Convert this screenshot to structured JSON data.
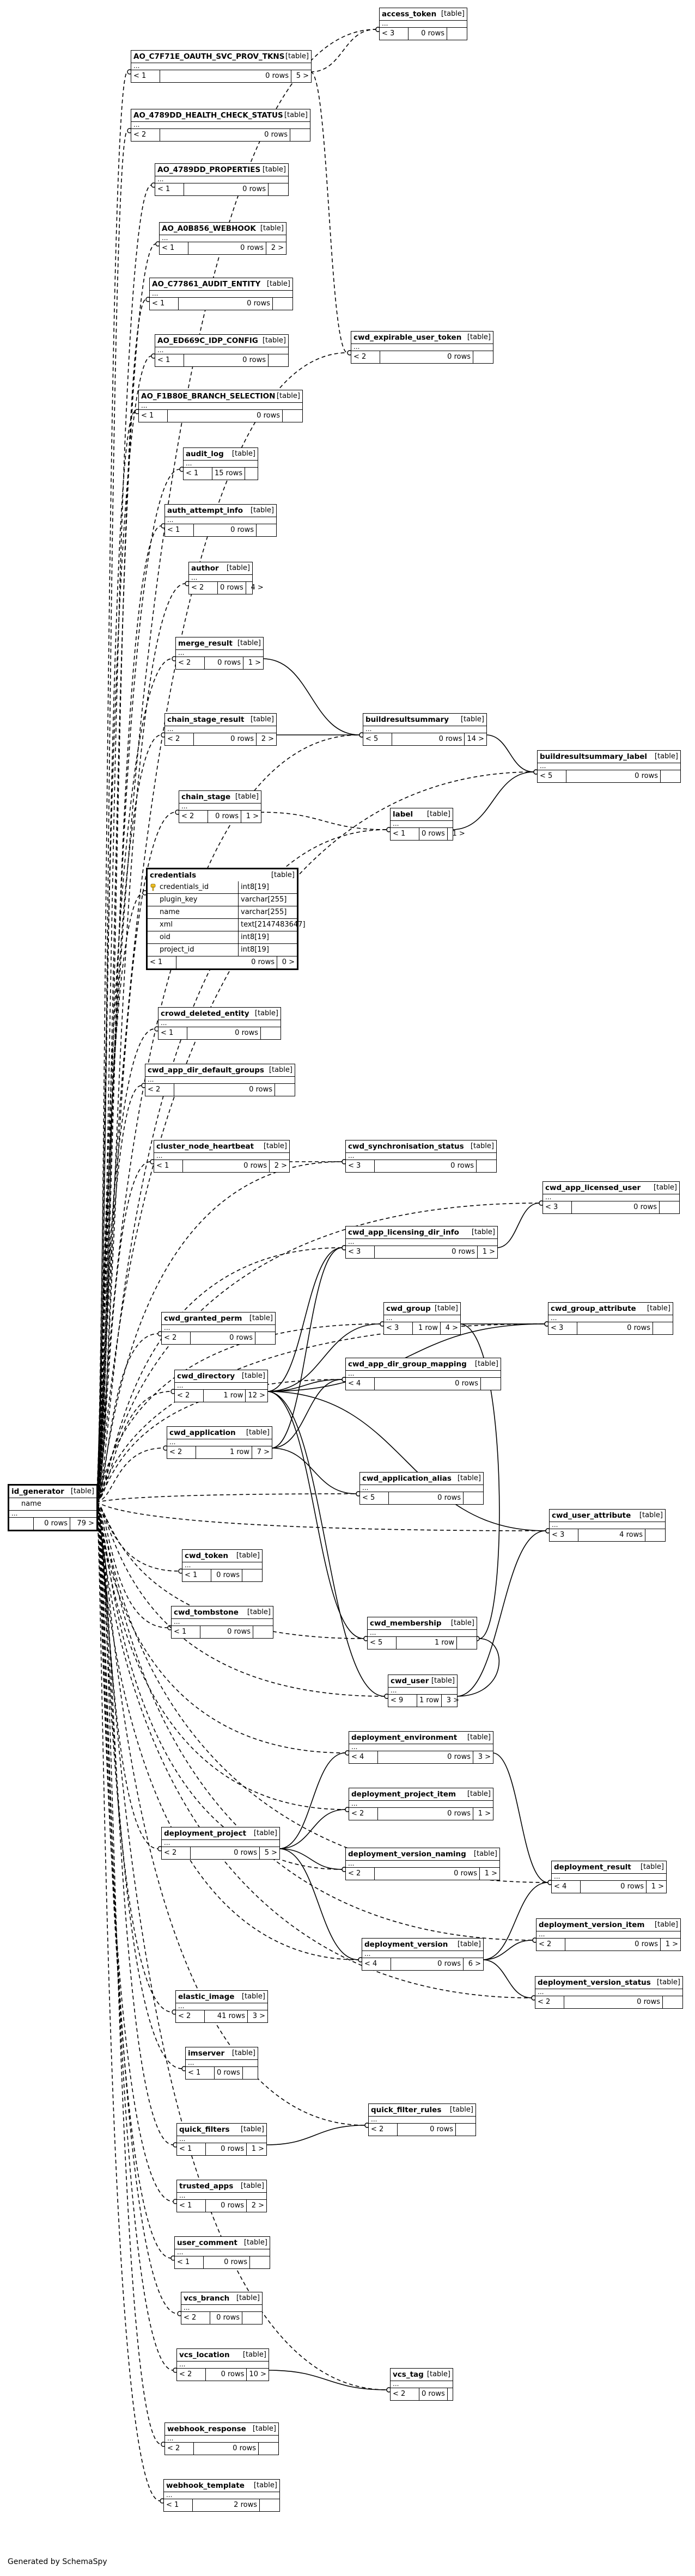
{
  "footer": "Generated by SchemaSpy",
  "table_tag": "[table]",
  "ellipsis": "...",
  "focus": {
    "name": "id_generator",
    "columns": [
      {
        "name": "name",
        "type": ""
      }
    ],
    "counts": [
      "",
      "0 rows",
      "79 >"
    ]
  },
  "credentials": {
    "name": "credentials",
    "columns": [
      {
        "name": "credentials_id",
        "type": "int8[19]",
        "pk": true
      },
      {
        "name": "plugin_key",
        "type": "varchar[255]"
      },
      {
        "name": "name",
        "type": "varchar[255]"
      },
      {
        "name": "xml",
        "type": "text[2147483647]"
      },
      {
        "name": "oid",
        "type": "int8[19]"
      },
      {
        "name": "project_id",
        "type": "int8[19]"
      }
    ],
    "counts": [
      "< 1",
      "0 rows",
      "0 >"
    ]
  },
  "tables": [
    {
      "id": "access_token",
      "name": "access_token",
      "counts": [
        "< 3",
        "0 rows",
        ""
      ]
    },
    {
      "id": "ao_c7f7",
      "name": "AO_C7F71E_OAUTH_SVC_PROV_TKNS",
      "counts": [
        "< 1",
        "0 rows",
        "5 >"
      ]
    },
    {
      "id": "ao_4789_hc",
      "name": "AO_4789DD_HEALTH_CHECK_STATUS",
      "counts": [
        "< 2",
        "0 rows",
        ""
      ]
    },
    {
      "id": "ao_4789_prop",
      "name": "AO_4789DD_PROPERTIES",
      "counts": [
        "< 1",
        "0 rows",
        ""
      ]
    },
    {
      "id": "ao_a0b8",
      "name": "AO_A0B856_WEBHOOK",
      "counts": [
        "< 1",
        "0 rows",
        "2 >"
      ]
    },
    {
      "id": "ao_c778",
      "name": "AO_C77861_AUDIT_ENTITY",
      "counts": [
        "< 1",
        "0 rows",
        ""
      ]
    },
    {
      "id": "ao_ed66",
      "name": "AO_ED669C_IDP_CONFIG",
      "counts": [
        "< 1",
        "0 rows",
        ""
      ]
    },
    {
      "id": "ao_f188",
      "name": "AO_F1B80E_BRANCH_SELECTION",
      "counts": [
        "< 1",
        "0 rows",
        ""
      ]
    },
    {
      "id": "cwd_expirable",
      "name": "cwd_expirable_user_token",
      "counts": [
        "< 2",
        "0 rows",
        ""
      ]
    },
    {
      "id": "audit_log",
      "name": "audit_log",
      "counts": [
        "< 1",
        "15 rows",
        ""
      ]
    },
    {
      "id": "auth_attempt",
      "name": "auth_attempt_info",
      "counts": [
        "< 1",
        "0 rows",
        ""
      ]
    },
    {
      "id": "author",
      "name": "author",
      "counts": [
        "< 2",
        "0 rows",
        "4 >"
      ]
    },
    {
      "id": "merge_result",
      "name": "merge_result",
      "counts": [
        "< 2",
        "0 rows",
        "1 >"
      ]
    },
    {
      "id": "chain_stage_result",
      "name": "chain_stage_result",
      "counts": [
        "< 2",
        "0 rows",
        "2 >"
      ]
    },
    {
      "id": "buildresultsummary",
      "name": "buildresultsummary",
      "counts": [
        "< 5",
        "0 rows",
        "14 >"
      ]
    },
    {
      "id": "brs_label",
      "name": "buildresultsummary_label",
      "counts": [
        "< 5",
        "0 rows",
        ""
      ]
    },
    {
      "id": "chain_stage",
      "name": "chain_stage",
      "counts": [
        "< 2",
        "0 rows",
        "1 >"
      ]
    },
    {
      "id": "label",
      "name": "label",
      "counts": [
        "< 1",
        "0 rows",
        "1 >"
      ]
    },
    {
      "id": "crowd_deleted",
      "name": "crowd_deleted_entity",
      "counts": [
        "< 1",
        "0 rows",
        ""
      ]
    },
    {
      "id": "cwd_app_dir_def",
      "name": "cwd_app_dir_default_groups",
      "counts": [
        "< 2",
        "0 rows",
        ""
      ]
    },
    {
      "id": "cluster_hb",
      "name": "cluster_node_heartbeat",
      "counts": [
        "< 1",
        "0 rows",
        "2 >"
      ]
    },
    {
      "id": "cwd_sync",
      "name": "cwd_synchronisation_status",
      "counts": [
        "< 3",
        "0 rows",
        ""
      ]
    },
    {
      "id": "cwd_app_lic_user",
      "name": "cwd_app_licensed_user",
      "counts": [
        "< 3",
        "0 rows",
        ""
      ]
    },
    {
      "id": "cwd_app_lic_dir",
      "name": "cwd_app_licensing_dir_info",
      "counts": [
        "< 3",
        "0 rows",
        "1 >"
      ]
    },
    {
      "id": "cwd_group",
      "name": "cwd_group",
      "counts": [
        "< 3",
        "1 row",
        "4 >"
      ]
    },
    {
      "id": "cwd_group_attr",
      "name": "cwd_group_attribute",
      "counts": [
        "< 3",
        "0 rows",
        ""
      ]
    },
    {
      "id": "cwd_granted",
      "name": "cwd_granted_perm",
      "counts": [
        "< 2",
        "0 rows",
        ""
      ]
    },
    {
      "id": "cwd_app_dir_gm",
      "name": "cwd_app_dir_group_mapping",
      "counts": [
        "< 4",
        "0 rows",
        ""
      ]
    },
    {
      "id": "cwd_directory",
      "name": "cwd_directory",
      "counts": [
        "< 2",
        "1 row",
        "12 >"
      ]
    },
    {
      "id": "cwd_application",
      "name": "cwd_application",
      "counts": [
        "< 2",
        "1 row",
        "7 >"
      ]
    },
    {
      "id": "cwd_app_alias",
      "name": "cwd_application_alias",
      "counts": [
        "< 5",
        "0 rows",
        ""
      ]
    },
    {
      "id": "cwd_user_attr",
      "name": "cwd_user_attribute",
      "counts": [
        "< 3",
        "4 rows",
        ""
      ]
    },
    {
      "id": "cwd_token",
      "name": "cwd_token",
      "counts": [
        "< 1",
        "0 rows",
        ""
      ]
    },
    {
      "id": "cwd_tombstone",
      "name": "cwd_tombstone",
      "counts": [
        "< 1",
        "0 rows",
        ""
      ]
    },
    {
      "id": "cwd_membership",
      "name": "cwd_membership",
      "counts": [
        "< 5",
        "1 row",
        ""
      ]
    },
    {
      "id": "cwd_user",
      "name": "cwd_user",
      "counts": [
        "< 9",
        "1 row",
        "3 >"
      ]
    },
    {
      "id": "dep_env",
      "name": "deployment_environment",
      "counts": [
        "< 4",
        "0 rows",
        "3 >"
      ]
    },
    {
      "id": "dep_proj_item",
      "name": "deployment_project_item",
      "counts": [
        "< 2",
        "0 rows",
        "1 >"
      ]
    },
    {
      "id": "dep_proj",
      "name": "deployment_project",
      "counts": [
        "< 2",
        "0 rows",
        "5 >"
      ]
    },
    {
      "id": "dep_ver_naming",
      "name": "deployment_version_naming",
      "counts": [
        "< 2",
        "0 rows",
        "1 >"
      ]
    },
    {
      "id": "dep_result",
      "name": "deployment_result",
      "counts": [
        "< 4",
        "0 rows",
        "1 >"
      ]
    },
    {
      "id": "dep_ver_item",
      "name": "deployment_version_item",
      "counts": [
        "< 2",
        "0 rows",
        "1 >"
      ]
    },
    {
      "id": "dep_ver",
      "name": "deployment_version",
      "counts": [
        "< 4",
        "0 rows",
        "6 >"
      ]
    },
    {
      "id": "dep_ver_status",
      "name": "deployment_version_status",
      "counts": [
        "< 2",
        "0 rows",
        ""
      ]
    },
    {
      "id": "elastic_image",
      "name": "elastic_image",
      "counts": [
        "< 2",
        "41 rows",
        "3 >"
      ]
    },
    {
      "id": "imserver",
      "name": "imserver",
      "counts": [
        "< 1",
        "0 rows",
        ""
      ]
    },
    {
      "id": "qf_rules",
      "name": "quick_filter_rules",
      "counts": [
        "< 2",
        "0 rows",
        ""
      ]
    },
    {
      "id": "quick_filters",
      "name": "quick_filters",
      "counts": [
        "< 1",
        "0 rows",
        "1 >"
      ]
    },
    {
      "id": "trusted_apps",
      "name": "trusted_apps",
      "counts": [
        "< 1",
        "0 rows",
        "2 >"
      ]
    },
    {
      "id": "user_comment",
      "name": "user_comment",
      "counts": [
        "< 1",
        "0 rows",
        ""
      ]
    },
    {
      "id": "vcs_branch",
      "name": "vcs_branch",
      "counts": [
        "< 2",
        "0 rows",
        ""
      ]
    },
    {
      "id": "vcs_location",
      "name": "vcs_location",
      "counts": [
        "< 2",
        "0 rows",
        "10 >"
      ]
    },
    {
      "id": "vcs_tag",
      "name": "vcs_tag",
      "counts": [
        "< 2",
        "0 rows",
        ""
      ]
    },
    {
      "id": "webhook_response",
      "name": "webhook_response",
      "counts": [
        "< 2",
        "0 rows",
        ""
      ]
    },
    {
      "id": "webhook_template",
      "name": "webhook_template",
      "counts": [
        "< 1",
        "2 rows",
        ""
      ]
    }
  ],
  "relations": [
    {
      "from": "cwd_directory",
      "to": "cwd_app_lic_dir",
      "kind": "solid"
    },
    {
      "from": "cwd_directory",
      "to": "cwd_group",
      "kind": "solid"
    },
    {
      "from": "cwd_directory",
      "to": "cwd_app_dir_gm",
      "kind": "solid"
    },
    {
      "from": "cwd_directory",
      "to": "cwd_membership",
      "kind": "solid"
    },
    {
      "from": "cwd_directory",
      "to": "cwd_user",
      "kind": "solid"
    },
    {
      "from": "cwd_directory",
      "to": "cwd_group_attr",
      "kind": "solid"
    },
    {
      "from": "cwd_directory",
      "to": "cwd_user_attr",
      "kind": "solid"
    },
    {
      "from": "cwd_application",
      "to": "cwd_app_dir_gm",
      "kind": "solid"
    },
    {
      "from": "cwd_application",
      "to": "cwd_app_alias",
      "kind": "solid"
    },
    {
      "from": "cwd_application",
      "to": "cwd_app_lic_dir",
      "kind": "solid"
    },
    {
      "from": "cwd_group",
      "to": "cwd_group_attr",
      "kind": "solid"
    },
    {
      "from": "cwd_group",
      "to": "cwd_membership",
      "kind": "solid"
    },
    {
      "from": "cwd_user",
      "to": "cwd_user_attr",
      "kind": "solid"
    },
    {
      "from": "cwd_user",
      "to": "cwd_membership",
      "kind": "solid"
    },
    {
      "from": "cwd_app_lic_dir",
      "to": "cwd_app_lic_user",
      "kind": "solid"
    },
    {
      "from": "merge_result",
      "to": "buildresultsummary",
      "kind": "solid"
    },
    {
      "from": "chain_stage_result",
      "to": "buildresultsummary",
      "kind": "solid"
    },
    {
      "from": "buildresultsummary",
      "to": "brs_label",
      "kind": "solid"
    },
    {
      "from": "label",
      "to": "brs_label",
      "kind": "solid"
    },
    {
      "from": "dep_proj",
      "to": "dep_env",
      "kind": "solid"
    },
    {
      "from": "dep_proj",
      "to": "dep_proj_item",
      "kind": "solid"
    },
    {
      "from": "dep_proj",
      "to": "dep_ver_naming",
      "kind": "solid"
    },
    {
      "from": "dep_proj",
      "to": "dep_ver",
      "kind": "solid"
    },
    {
      "from": "dep_env",
      "to": "dep_result",
      "kind": "solid"
    },
    {
      "from": "dep_ver",
      "to": "dep_result",
      "kind": "solid"
    },
    {
      "from": "dep_ver",
      "to": "dep_ver_item",
      "kind": "solid"
    },
    {
      "from": "dep_ver",
      "to": "dep_ver_status",
      "kind": "solid"
    },
    {
      "from": "quick_filters",
      "to": "qf_rules",
      "kind": "solid"
    },
    {
      "from": "vcs_location",
      "to": "vcs_tag",
      "kind": "solid"
    },
    {
      "from": "ao_c7f7",
      "to": "access_token",
      "kind": "dashed"
    },
    {
      "from": "ao_c7f7",
      "to": "cwd_expirable",
      "kind": "dashed"
    },
    {
      "from": "cluster_hb",
      "to": "cwd_sync",
      "kind": "dashed"
    },
    {
      "from": "chain_stage",
      "to": "label",
      "kind": "dashed"
    }
  ]
}
